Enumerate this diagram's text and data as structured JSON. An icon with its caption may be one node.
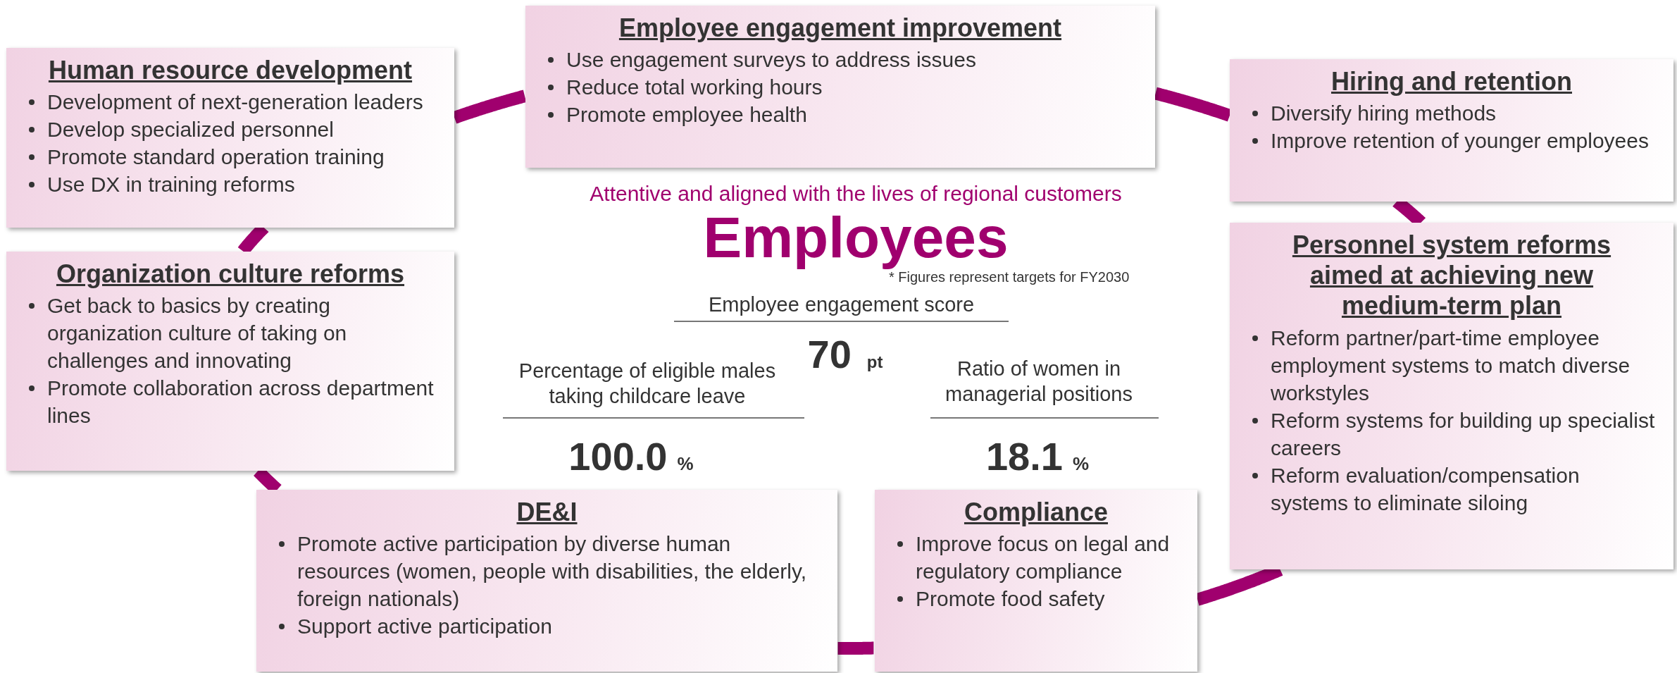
{
  "diagram": {
    "nodes": [
      {
        "text": [
          "Human resource development",
          "Development of next-generation leaders",
          "Develop specialized personnel",
          "Promote standard operation training",
          "Use DX in training reforms"
        ]
      },
      {
        "text": [
          "Employee engagement improvement",
          "Use engagement surveys to address issues",
          "Reduce total working hours",
          "Promote employee health"
        ]
      },
      {
        "text": [
          "Hiring and retention",
          "Diversify hiring methods",
          "Improve retention of younger employees"
        ]
      },
      {
        "text": [
          "Organization culture reforms",
          "Get back to basics by creating organization culture of taking on challenges and innovating",
          "Promote collaboration across department lines"
        ]
      },
      {
        "text": [
          "Personnel system reforms aimed at achieving new medium-term plan",
          "Reform partner/part-time employee employment systems to match diverse workstyles",
          "Reform systems for building up specialist careers",
          "Reform evaluation/compensation systems to eliminate siloing"
        ]
      },
      {
        "text": [
          "DE&I",
          "Promote active participation by diverse human resources (women, people with disabilities, the elderly, foreign nationals)",
          "Support active participation"
        ]
      },
      {
        "text": [
          "Compliance",
          "Improve focus on legal and regulatory compliance",
          "Promote food safety"
        ]
      }
    ],
    "edges": [
      {
        "from": 0,
        "to": 1,
        "arrow": "none"
      },
      {
        "from": 1,
        "to": 2,
        "arrow": "none"
      },
      {
        "from": 2,
        "to": 4,
        "arrow": "none"
      },
      {
        "from": 4,
        "to": 6,
        "arrow": "none"
      },
      {
        "from": 6,
        "to": 5,
        "arrow": "none"
      },
      {
        "from": 5,
        "to": 3,
        "arrow": "none"
      },
      {
        "from": 3,
        "to": 0,
        "arrow": "none"
      }
    ],
    "labels": [
      "Attentive and aligned with the lives of regional customers",
      "Employees",
      "* Figures represent targets for FY2030",
      "Employee engagement score",
      "70",
      "pt",
      "Percentage of eligible males taking childcare leave",
      "Ratio of women in managerial positions",
      "100.0",
      "%",
      "18.1",
      "%"
    ]
  }
}
